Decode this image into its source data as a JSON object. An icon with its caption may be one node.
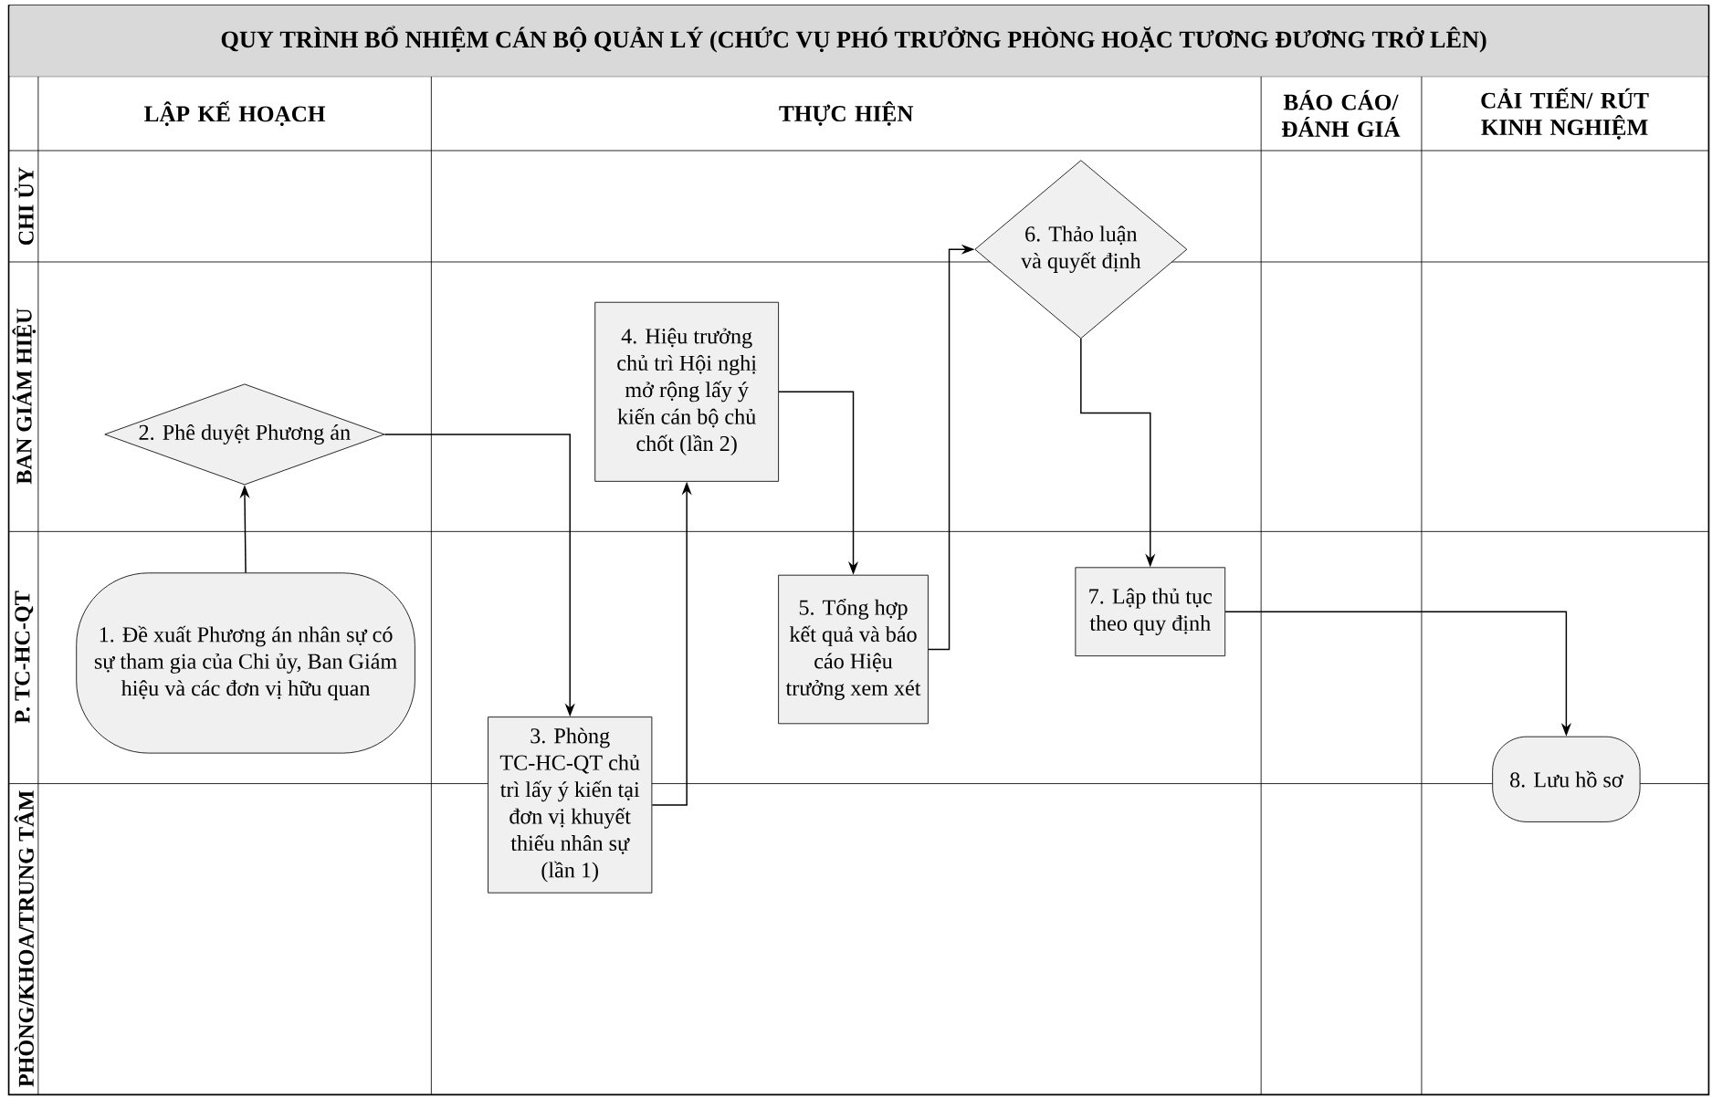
{
  "diagram": {
    "title": "QUY TRÌNH BỔ NHIỆM CÁN BỘ QUẢN LÝ (CHỨC VỤ PHÓ TRƯỞNG PHÒNG HOẶC TƯƠNG ĐƯƠNG TRỞ LÊN)",
    "nodes": [
      {
        "text": [
          "1. Đề xuất Phương án nhân sự có sự tham gia của Chi ủy, Ban Giám hiệu và các đơn vị hữu quan"
        ]
      },
      {
        "text": [
          "2. Phê duyệt Phương án"
        ]
      },
      {
        "text": [
          "3. Phòng TC-HC-QT chủ trì lấy ý kiến tại đơn vị khuyết thiếu nhân sự (lần 1)"
        ]
      },
      {
        "text": [
          "4. Hiệu trưởng chủ trì Hội nghị mở rộng lấy ý kiến cán bộ chủ chốt (lần 2)"
        ]
      },
      {
        "text": [
          "5. Tổng hợp kết quả và báo cáo Hiệu trưởng xem xét"
        ]
      },
      {
        "text": [
          "6. Thảo luận và quyết định"
        ]
      },
      {
        "text": [
          "7. Lập thủ tục theo quy định"
        ]
      },
      {
        "text": [
          "8. Lưu hồ sơ"
        ]
      }
    ],
    "edges": [
      {
        "from": 0,
        "to": 1,
        "arrow": "to"
      },
      {
        "from": 1,
        "to": 2,
        "arrow": "to"
      },
      {
        "from": 2,
        "to": 3,
        "arrow": "to"
      },
      {
        "from": 3,
        "to": 4,
        "arrow": "to"
      },
      {
        "from": 4,
        "to": 5,
        "arrow": "to"
      },
      {
        "from": 5,
        "to": 6,
        "arrow": "to"
      },
      {
        "from": 6,
        "to": 7,
        "arrow": "to"
      }
    ],
    "labels": [
      "LẬP KẾ HOẠCH",
      "THỰC HIỆN",
      "BÁO CÁO/ ĐÁNH GIÁ",
      "CẢI TIẾN/ RÚT KINH NGHIỆM",
      "CHI ỦY",
      "BAN GIÁM HIỆU",
      "P. TC-HC-QT",
      "PHÒNG/KHOA/TRUNG TÂM"
    ]
  }
}
